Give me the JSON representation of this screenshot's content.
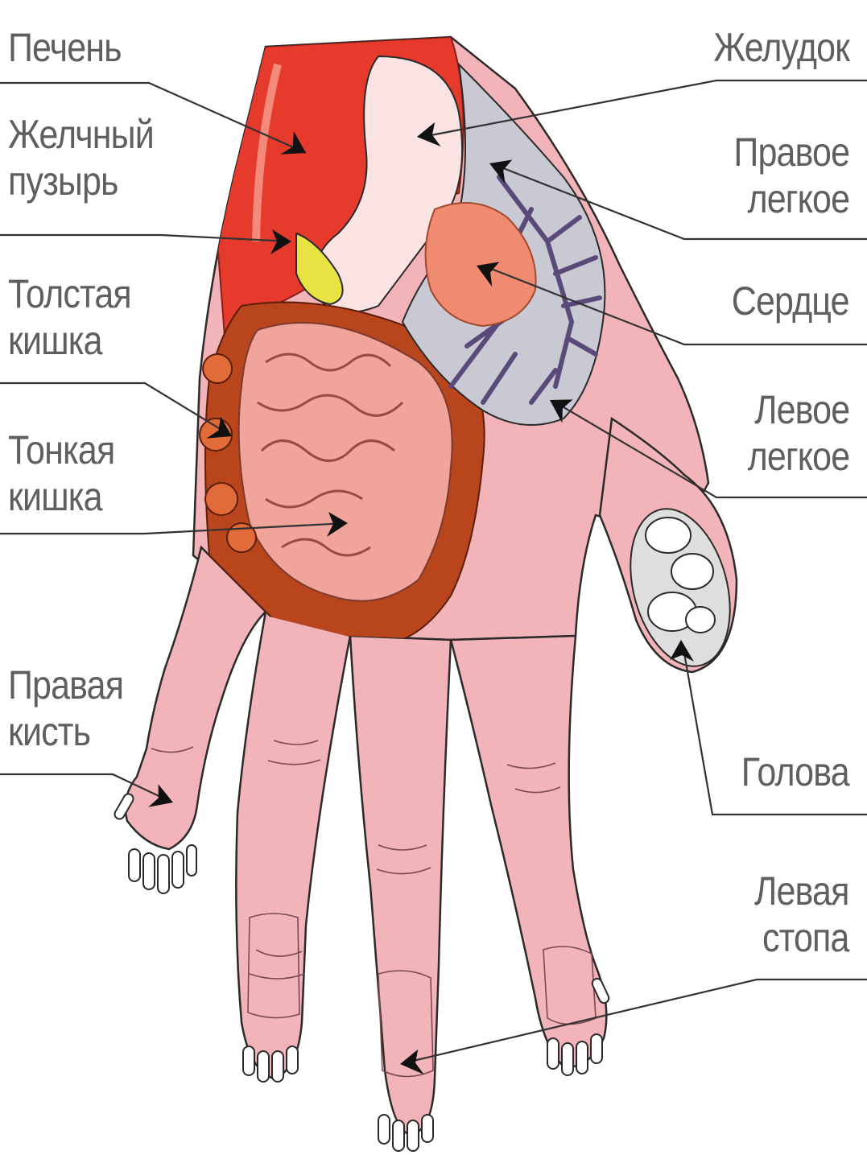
{
  "diagram": {
    "labels": {
      "liver": "Печень",
      "gallbladder": "Желчный\nпузырь",
      "large_intestine": "Толстая\nкишка",
      "small_intestine": "Тонкая\nкишка",
      "right_hand": "Правая\nкисть",
      "stomach": "Желудок",
      "right_lung": "Правое\nлегкое",
      "heart": "Сердце",
      "left_lung": "Левое\nлегкое",
      "head": "Голова",
      "left_foot": "Левая\nстопа"
    },
    "colors": {
      "skin": "#f2b3b9",
      "skin_outline": "#2a2a2a",
      "liver": "#e53a2c",
      "stomach": "#fbe3e4",
      "gallbladder": "#e8e243",
      "large_intestine": "#b8451c",
      "small_intestine": "#f0a49a",
      "heart": "#f08a70",
      "lung": "#c9c9d3",
      "bronchi": "#6a5a8a",
      "head": "#dedede",
      "label_text": "#5f5f5f",
      "leader_line": "#333333"
    }
  }
}
